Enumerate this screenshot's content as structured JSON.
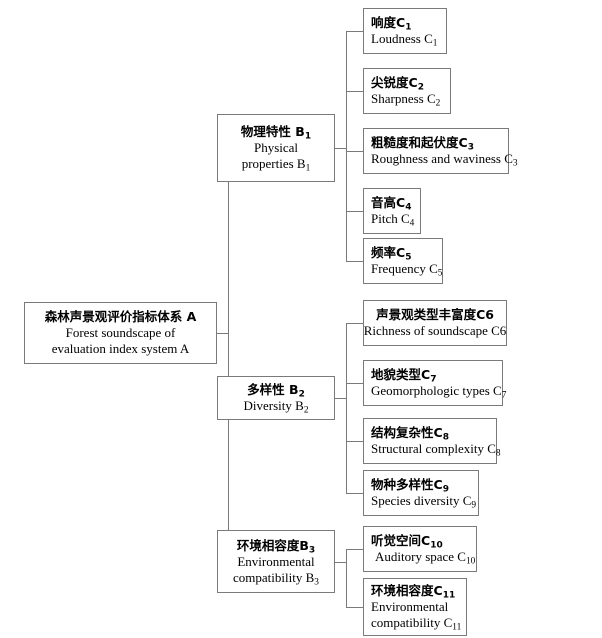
{
  "diagram": {
    "title": "Forest soundscape evaluation index system hierarchy",
    "type": "tree",
    "line_color": "#7a7a7a",
    "box_fill": "#ffffff",
    "text_color": "#000000"
  },
  "root": {
    "cn": "森林声景观评价指标体系  A",
    "en_line1": "Forest soundscape of",
    "en_line2": "evaluation index system  A",
    "code": "A"
  },
  "level_b": [
    {
      "id": "B1",
      "cn": "物理特性  B",
      "cn_sub": "1",
      "en_line1": "Physical",
      "en_line2": "properties B",
      "en_sub": "1"
    },
    {
      "id": "B2",
      "cn": "多样性  B",
      "cn_sub": "2",
      "en_line1": "Diversity B",
      "en_sub": "2",
      "en_line2": ""
    },
    {
      "id": "B3",
      "cn": "环境相容度B",
      "cn_sub": "3",
      "en_line1": "Environmental",
      "en_line2": "compatibility B",
      "en_sub": "3"
    }
  ],
  "level_c": [
    {
      "id": "C1",
      "parent": "B1",
      "cn": "响度C",
      "cn_sub": "1",
      "en": "Loudness C",
      "en_sub": "1"
    },
    {
      "id": "C2",
      "parent": "B1",
      "cn": "尖锐度C",
      "cn_sub": "2",
      "en": "Sharpness C",
      "en_sub": "2"
    },
    {
      "id": "C3",
      "parent": "B1",
      "cn": "粗糙度和起伏度C",
      "cn_sub": "3",
      "en": "Roughness and waviness C",
      "en_sub": "3"
    },
    {
      "id": "C4",
      "parent": "B1",
      "cn": "音高C",
      "cn_sub": "4",
      "en": "Pitch C",
      "en_sub": "4"
    },
    {
      "id": "C5",
      "parent": "B1",
      "cn": "频率C",
      "cn_sub": "5",
      "en": "Frequency C",
      "en_sub": "5"
    },
    {
      "id": "C6",
      "parent": "B2",
      "cn": "声景观类型丰富度C6",
      "cn_sub": "",
      "en": "Richness of soundscape C6",
      "en_sub": ""
    },
    {
      "id": "C7",
      "parent": "B2",
      "cn": "地貌类型C",
      "cn_sub": "7",
      "en": "Geomorphologic types C",
      "en_sub": "7"
    },
    {
      "id": "C8",
      "parent": "B2",
      "cn": "结构复杂性C",
      "cn_sub": "8",
      "en": "Structural complexity C",
      "en_sub": "8"
    },
    {
      "id": "C9",
      "parent": "B2",
      "cn": "物种多样性C",
      "cn_sub": "9",
      "en": "Species diversity C",
      "en_sub": "9"
    },
    {
      "id": "C10",
      "parent": "B3",
      "cn": "听觉空间C",
      "cn_sub": "10",
      "en": "Auditory space C",
      "en_sub": "10"
    },
    {
      "id": "C11",
      "parent": "B3",
      "cn": "环境相容度C",
      "cn_sub": "11",
      "en_line1": "Environmental",
      "en": "compatibility C",
      "en_sub": "11"
    }
  ]
}
